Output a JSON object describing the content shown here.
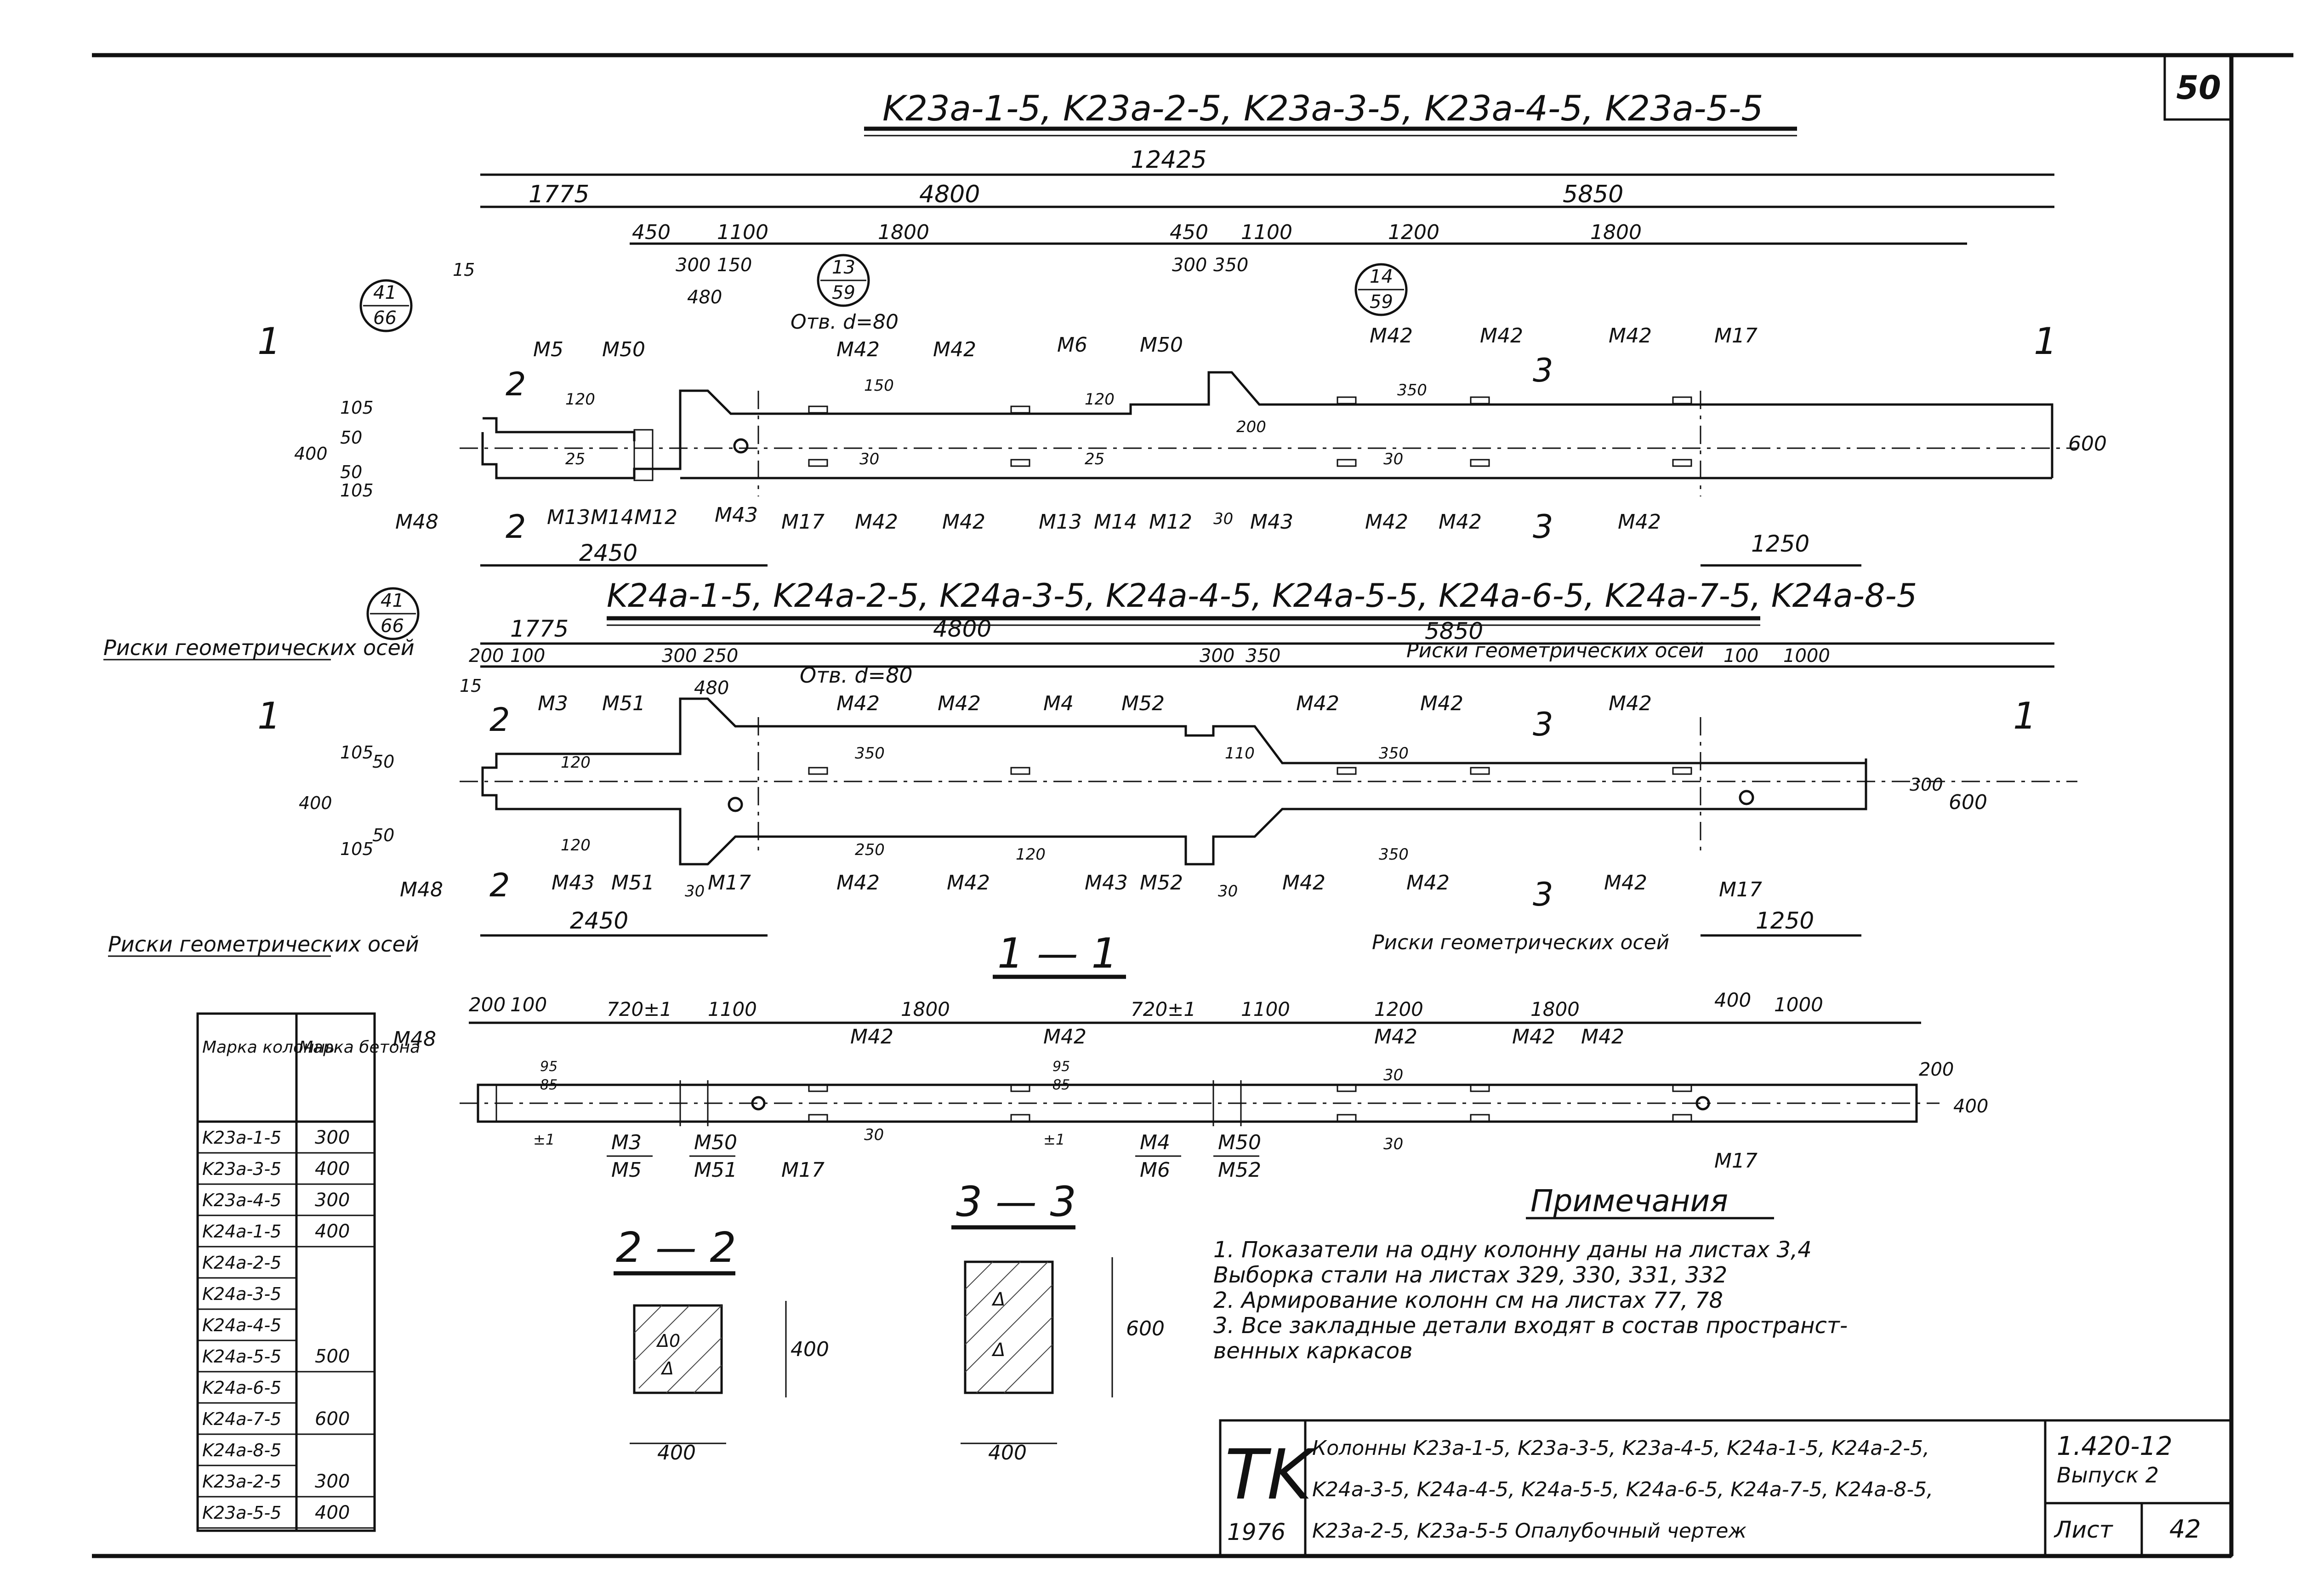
{
  "sheet_number": "50",
  "titles": {
    "top": "K23a-1-5, K23a-2-5, K23a-3-5, K23a-4-5, K23a-5-5",
    "middle": "K24a-1-5, K24a-2-5, K24a-3-5, K24a-4-5, K24a-5-5, K24a-6-5, K24a-7-5, K24a-8-5",
    "section_1_1": "1 — 1",
    "section_2_2": "2 — 2",
    "section_3_3": "3 — 3"
  },
  "top_view": {
    "dims_top": [
      "12425",
      "1775",
      "4800",
      "5850"
    ],
    "dims_mid": [
      "450",
      "1100",
      "1800",
      "450",
      "1100",
      "1200",
      "1800"
    ],
    "dims_small": [
      "300",
      "150",
      "480",
      "300",
      "350"
    ],
    "dims_side": [
      "105",
      "50",
      "400",
      "105",
      "50",
      "15",
      "25",
      "25",
      "600",
      "120",
      "150",
      "120",
      "350",
      "200",
      "30",
      "30",
      "30"
    ],
    "dims_bottom": [
      "2450",
      "1250"
    ],
    "callouts": [
      {
        "num": "41",
        "den": "66"
      },
      {
        "num": "13",
        "den": "59"
      },
      {
        "num": "14",
        "den": "59"
      }
    ],
    "hole": "Отв. d=80",
    "section_marks": [
      "1",
      "1",
      "2",
      "2",
      "3",
      "3"
    ],
    "labels": [
      "M5",
      "M50",
      "M42",
      "M42",
      "M6",
      "M50",
      "M42",
      "M42",
      "M42",
      "M17",
      "M48",
      "M13",
      "M14",
      "M12",
      "M43",
      "M17",
      "M42",
      "M42",
      "M13",
      "M14",
      "M12",
      "M43",
      "M42",
      "M42",
      "M42"
    ]
  },
  "mid_view": {
    "dims_top": [
      "1775",
      "4800",
      "5850",
      "200",
      "100",
      "300",
      "250",
      "480",
      "300",
      "350",
      "100",
      "1000"
    ],
    "dims_side": [
      "105",
      "50",
      "400",
      "105",
      "50",
      "15",
      "120",
      "120",
      "350",
      "250",
      "120",
      "110",
      "350",
      "350",
      "300",
      "600",
      "30",
      "30"
    ],
    "dims_bottom": [
      "2450",
      "1250"
    ],
    "callout": {
      "num": "41",
      "den": "66"
    },
    "hole": "Отв. d=80",
    "risk_left": "Риски геометрических осей",
    "risk_right": "Риски геометрических осей",
    "labels": [
      "M3",
      "M51",
      "M42",
      "M42",
      "M4",
      "M52",
      "M42",
      "M42",
      "M42",
      "M48",
      "M43",
      "M51",
      "M17",
      "M42",
      "M42",
      "M43",
      "M52",
      "M42",
      "M42",
      "M42",
      "M17"
    ]
  },
  "section_1_1": {
    "risk_left": "Риски геометрических осей",
    "risk_right": "Риски геометрических осей",
    "dims": [
      "200",
      "100",
      "720±1",
      "1100",
      "1800",
      "720±1",
      "1100",
      "1200",
      "1800",
      "400",
      "1000",
      "200",
      "400",
      "30",
      "30",
      "30",
      "±1",
      "±1",
      "95",
      "85",
      "95",
      "85"
    ],
    "labels_top": [
      "M48",
      "M42",
      "M42",
      "M42",
      "M42",
      "M42"
    ],
    "labels_bottom": [
      [
        "M3",
        "M5"
      ],
      [
        "M50",
        "M51"
      ],
      [
        "M17"
      ],
      [
        "M4",
        "M6"
      ],
      [
        "M50",
        "M52"
      ],
      [
        "M17"
      ]
    ]
  },
  "section_2_2": {
    "width": "400",
    "height": "400",
    "fill_text": [
      "Δ0",
      "Δ"
    ]
  },
  "section_3_3": {
    "width": "400",
    "height": "600",
    "fill_text": [
      "Δ",
      "Δ"
    ]
  },
  "table": {
    "headers": [
      "Марка колонны",
      "Марка бетона"
    ],
    "rows": [
      {
        "col": "K23a-1-5",
        "concrete": "300"
      },
      {
        "col": "K23a-3-5",
        "concrete": "400"
      },
      {
        "col": "K23a-4-5",
        "concrete": "300"
      },
      {
        "col": "K24a-1-5",
        "concrete": "400"
      },
      {
        "col": "K24a-2-5",
        "concrete": ""
      },
      {
        "col": "K24a-3-5",
        "concrete": ""
      },
      {
        "col": "K24a-4-5",
        "concrete": ""
      },
      {
        "col": "K24a-5-5",
        "concrete": "500"
      },
      {
        "col": "K24a-6-5",
        "concrete": ""
      },
      {
        "col": "K24a-7-5",
        "concrete": "600"
      },
      {
        "col": "K24a-8-5",
        "concrete": ""
      },
      {
        "col": "K23a-2-5",
        "concrete": "300"
      },
      {
        "col": "K23a-5-5",
        "concrete": "400"
      }
    ]
  },
  "notes": {
    "title": "Примечания",
    "lines": [
      "1. Показатели на одну колонну даны на листах 3,4",
      "   Выборка стали на листах 329, 330, 331, 332",
      "2. Армирование колонн см на листах 77, 78",
      "3. Все закладные детали входят в состав пространст-",
      "   венных каркасов"
    ]
  },
  "title_block": {
    "logo": "TK",
    "year": "1976",
    "desc_lines": [
      "Колонны K23a-1-5, K23a-3-5, K23a-4-5, K24a-1-5, K24a-2-5,",
      "K24a-3-5, K24a-4-5, K24a-5-5, K24a-6-5, K24a-7-5, K24a-8-5,",
      "K23a-2-5, K23a-5-5     Опалубочный чертеж"
    ],
    "series": "1.420-12",
    "issue": "Выпуск 2",
    "sheet_label": "Лист",
    "sheet": "42"
  }
}
